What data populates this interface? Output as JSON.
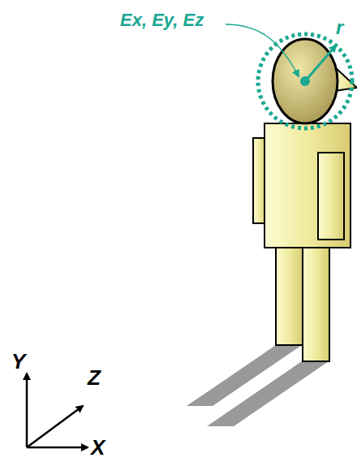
{
  "diagram": {
    "labels": [
      "Ex, Ey, Ez",
      "r",
      "Y",
      "Z",
      "X"
    ]
  }
}
